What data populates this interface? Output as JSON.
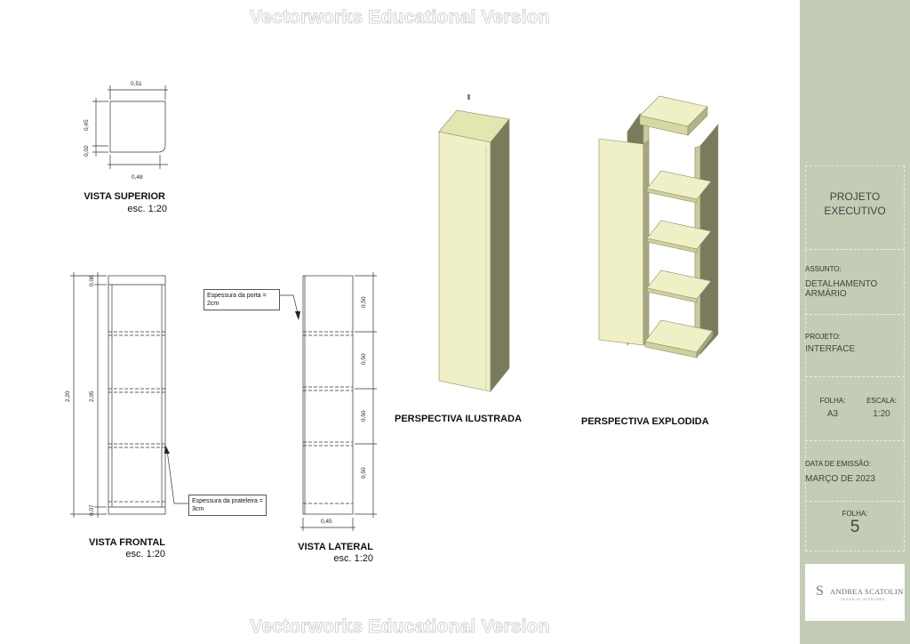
{
  "watermark": "Vectorworks Educational Version",
  "views": {
    "superior": {
      "title": "VISTA SUPERIOR",
      "scale": "esc. 1:20",
      "dims": {
        "top": "0,51",
        "bottom": "0,48",
        "left_a": "0,45",
        "left_b": "0,02"
      }
    },
    "frontal": {
      "title": "VISTA FRONTAL",
      "scale": "esc. 1:20",
      "dims": {
        "total": "2,20",
        "inner": "2,05",
        "top": "0,08",
        "bottom": "0,07"
      },
      "note": "Espessura da prateleira = 3cm"
    },
    "lateral": {
      "title": "VISTA LATERAL",
      "scale": "esc. 1:20",
      "dims": {
        "d1": "0,50",
        "d2": "0,50",
        "d3": "0,50",
        "d4": "0,50",
        "width": "0,45"
      },
      "note": "Espessura da porta = 2cm"
    },
    "ilustrada": {
      "title": "PERSPECTIVA ILUSTRADA"
    },
    "explodida": {
      "title": "PERSPECTIVA EXPLODIDA"
    }
  },
  "title_block": {
    "title_line1": "PROJETO",
    "title_line2": "EXECUTIVO",
    "assunto_label": "ASSUNTO:",
    "assunto_line1": "DETALHAMENTO",
    "assunto_line2": "ARMÁRIO",
    "projeto_label": "PROJETO:",
    "projeto_value": "INTERFACE",
    "folha_label": "FOLHA:",
    "folha_value": "A3",
    "escala_label": "ESCALA:",
    "escala_value": "1:20",
    "emissao_label": "DATA DE EMISSÃO:",
    "emissao_value": "MARÇO DE 2023",
    "sheet_label": "FOLHA:",
    "sheet_value": "5",
    "logo_name": "ANDREA SCATOLIN",
    "logo_sub": "DESIGN DE INTERIORES",
    "logo_mark": "S"
  },
  "colors": {
    "panel": "#c3ccb4",
    "face_light": "#eff0c5",
    "face_top": "#e4e6b0",
    "face_dark": "#7a7b5d"
  }
}
